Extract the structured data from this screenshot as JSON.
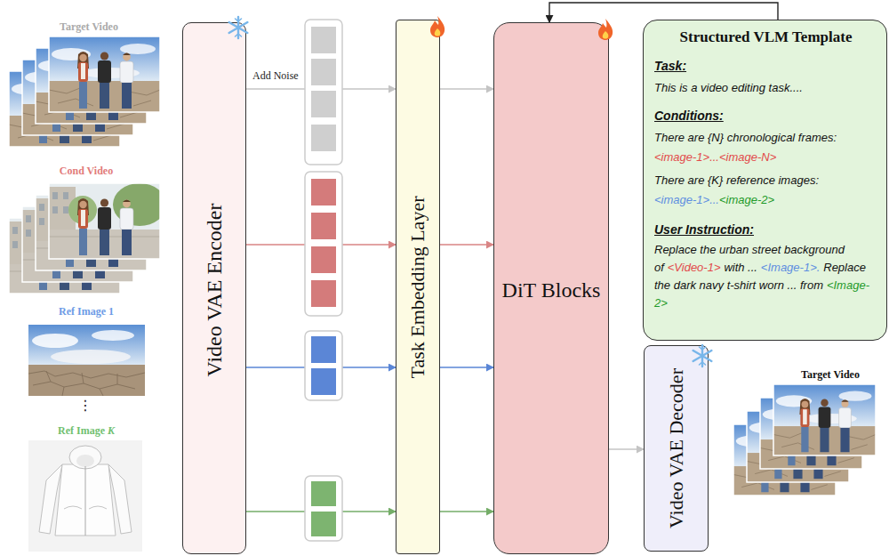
{
  "diagram": {
    "nodes": [
      {
        "text": [
          "Video VAE Encoder"
        ]
      },
      {
        "text": [
          "Task Embedding Layer"
        ]
      },
      {
        "text": [
          "DiT Blocks"
        ]
      },
      {
        "text": [
          "Structured VLM Template",
          "Task:",
          "This is a video editing task....",
          "Conditions:",
          "There are {N} chronological frames:",
          "<image-1>...<image-N>",
          "There are {K} reference images:",
          "<image-1>...",
          "<image-2>",
          "User Instruction:",
          "Replace the urban street background of",
          "<Video-1>",
          "with ...",
          "<Image-1>.",
          "Replace the dark navy t-shirt worn ... from",
          "<Image-2>"
        ]
      },
      {
        "text": [
          "Video VAE Decoder"
        ]
      }
    ],
    "edges": [
      {
        "from": 0,
        "to": 1,
        "arrow": "to",
        "label": "Add Noise"
      },
      {
        "from": 0,
        "to": 1,
        "arrow": "to"
      },
      {
        "from": 0,
        "to": 1,
        "arrow": "to"
      },
      {
        "from": 0,
        "to": 1,
        "arrow": "to"
      },
      {
        "from": 1,
        "to": 2,
        "arrow": "to"
      },
      {
        "from": 1,
        "to": 2,
        "arrow": "to"
      },
      {
        "from": 1,
        "to": 2,
        "arrow": "to"
      },
      {
        "from": 1,
        "to": 2,
        "arrow": "to"
      },
      {
        "from": 2,
        "to": 4,
        "arrow": "to"
      },
      {
        "from": 3,
        "to": 2,
        "arrow": "to"
      }
    ],
    "labels": [
      "Target Video",
      "Cond Video",
      "Ref Image 1",
      "⋮",
      "Ref Image",
      "K",
      "Target Video"
    ]
  }
}
